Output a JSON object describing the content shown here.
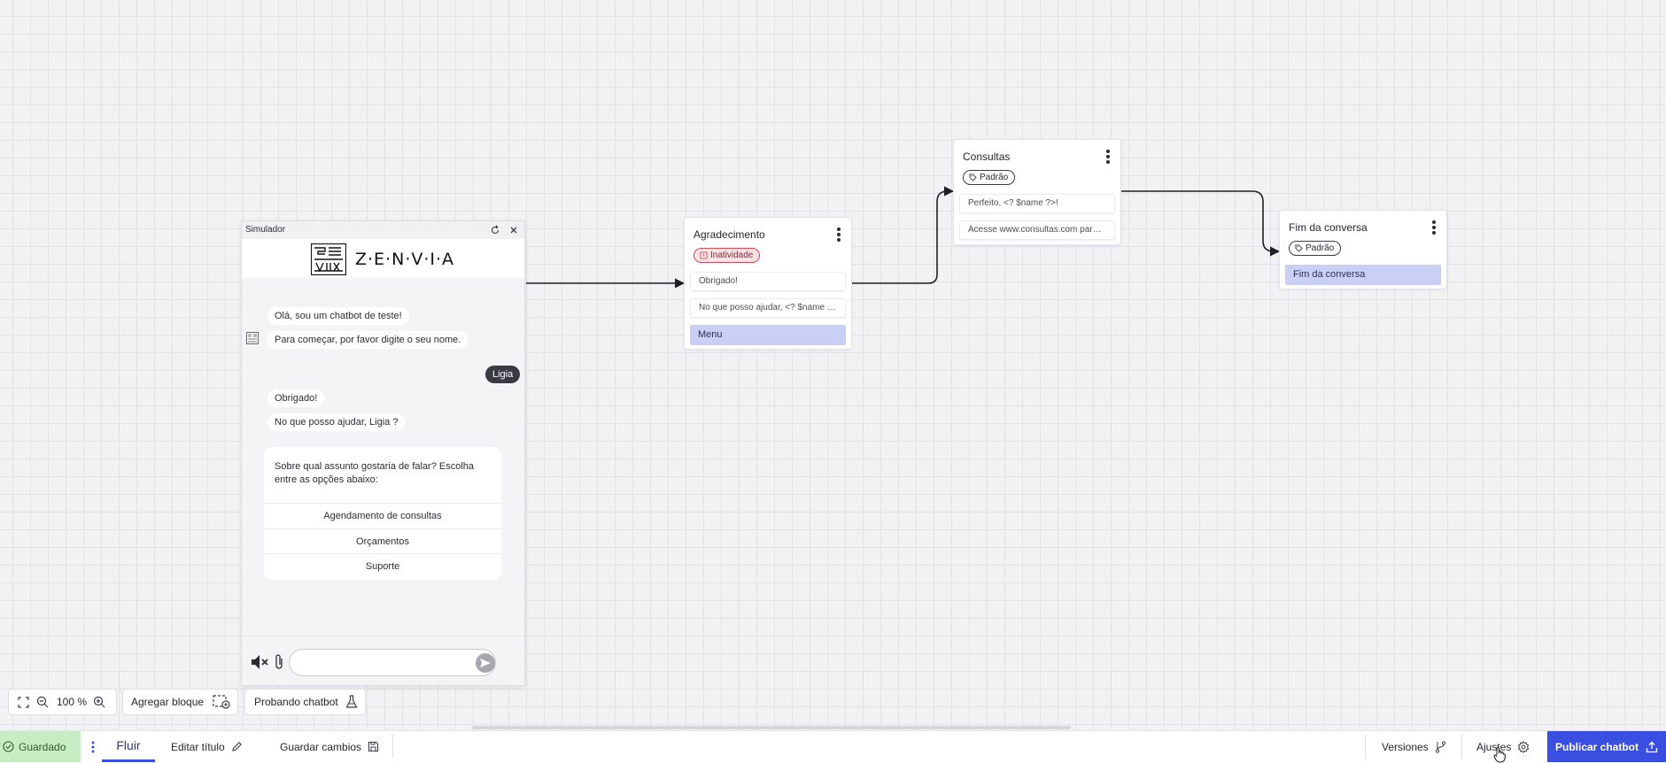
{
  "nodes": {
    "agradecimento": {
      "title": "Agradecimento",
      "tag": "Inatividade",
      "messages": [
        "Obrigado!",
        "No que posso ajudar, <? $name ?>?"
      ],
      "option": "Menu"
    },
    "consultas": {
      "title": "Consultas",
      "tag": "Padrão",
      "messages": [
        "Perfeito, <? $name ?>!",
        "Acesse www.consultas.com para agendar sua consulta."
      ]
    },
    "fim": {
      "title": "Fim da conversa",
      "tag": "Padrão",
      "option": "Fim da conversa"
    }
  },
  "simulator": {
    "title": "Simulador",
    "logo_text": "Z·E·N·V·I·A",
    "messages": {
      "bot1": "Olá, sou um chatbot de teste!",
      "bot2": "Para começar, por favor digite o seu nome.",
      "user1": "Ligia",
      "bot3": "Obrigado!",
      "bot4": "No que posso ajudar, Ligia ?"
    },
    "quick_reply": {
      "text": "Sobre qual assunto gostaria de falar? Escolha entre as opções abaixo:",
      "options": [
        "Agendamento de consultas",
        "Orçamentos",
        "Suporte"
      ]
    },
    "input_value": ""
  },
  "controls": {
    "zoom": "100 %",
    "add_block": "Agregar bloque",
    "testing": "Probando chatbot"
  },
  "bottom_bar": {
    "saved": "Guardado",
    "tab": "Fluir",
    "edit_title": "Editar título",
    "save_changes": "Guardar cambios",
    "versions": "Versiones",
    "settings": "Ajustes",
    "publish": "Publicar chatbot"
  },
  "colors": {
    "accent": "#3a4ee0",
    "option_fill": "#c9cff5",
    "saved_fill": "#c8ecc4",
    "inactivity_tag": "#fbe3e5"
  }
}
